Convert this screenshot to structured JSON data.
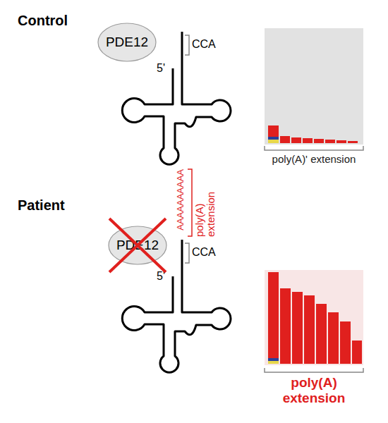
{
  "diagram": {
    "nodes": [
      {
        "text": [
          "PDE12"
        ]
      },
      {
        "text": [
          "PDE12"
        ]
      }
    ],
    "labels": [
      "Control",
      "CCA",
      "5'",
      "poly(A)' extension",
      "Patient",
      "AAAAAAAAAA",
      "poly(A) extension",
      "CCA",
      "5'",
      "poly(A) extension"
    ]
  }
}
